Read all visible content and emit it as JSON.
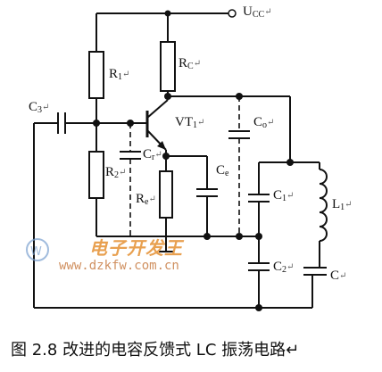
{
  "labels": {
    "vcc": {
      "main": "U",
      "sub": "CC",
      "mark": "↵"
    },
    "r1": {
      "main": "R",
      "sub": "1",
      "mark": "↵"
    },
    "rc": {
      "main": "R",
      "sub": "C",
      "mark": "↵"
    },
    "c3": {
      "main": "C",
      "sub": "3",
      "mark": "↵"
    },
    "vt1": {
      "main": "VT",
      "sub": "1",
      "mark": "↵"
    },
    "co_top": {
      "main": "C",
      "sub": "o",
      "mark": "↵"
    },
    "cr": {
      "main": "C",
      "sub": "r",
      "mark": "↵"
    },
    "r2": {
      "main": "R",
      "sub": "2",
      "mark": "↵"
    },
    "re": {
      "main": "R",
      "sub": "e",
      "mark": "↵"
    },
    "ce": {
      "main": "C",
      "sub": "e",
      "mark": ""
    },
    "c1": {
      "main": "C",
      "sub": "1",
      "mark": "↵"
    },
    "l1": {
      "main": "L",
      "sub": "1",
      "mark": "↵"
    },
    "c2": {
      "main": "C",
      "sub": "2",
      "mark": "↵"
    },
    "c": {
      "main": "C",
      "sub": "",
      "mark": "↵"
    }
  },
  "caption": "图 2.8  改进的电容反馈式 LC 振荡电路↵",
  "watermark": {
    "text": "电子开发王",
    "url": "www.dzkfw.com.cn"
  },
  "colors": {
    "wire": "#111111",
    "dashed": "#111111",
    "watermark": "#e8a050"
  }
}
